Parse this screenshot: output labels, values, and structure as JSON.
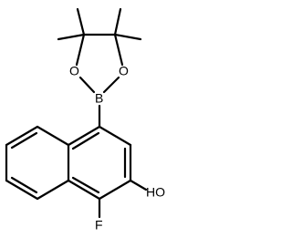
{
  "molecule": {
    "atoms": {
      "boron": "B",
      "oxygen_left": "O",
      "oxygen_right": "O",
      "fluorine": "F",
      "hydroxyl": "HO"
    },
    "colors": {
      "bond": "#000000",
      "label": "#000000",
      "background": "#ffffff"
    }
  }
}
